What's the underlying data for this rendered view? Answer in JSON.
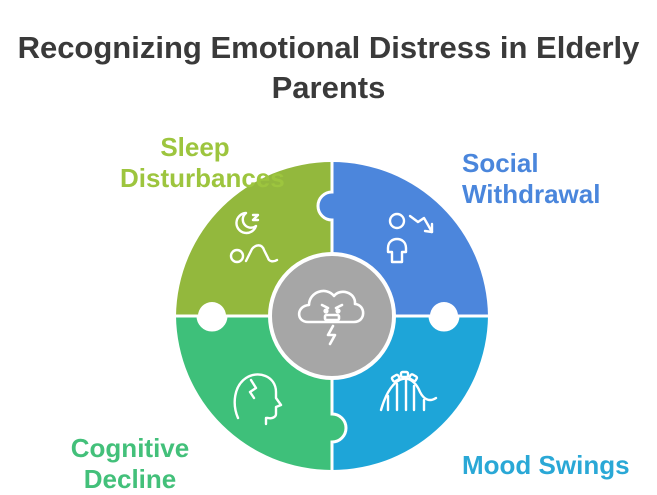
{
  "title": [
    "Recognizing Emotional Distress in Elderly",
    "Parents"
  ],
  "segments": {
    "sleep": {
      "label": [
        "Sleep",
        "Disturbances"
      ],
      "color": "#93b83d",
      "icon": "moon-sleeping-person-icon"
    },
    "social": {
      "label": [
        "Social",
        "Withdrawal"
      ],
      "color": "#4c86dc",
      "icon": "person-arrow-down-icon"
    },
    "cognitive": {
      "label": [
        "Cognitive",
        "Decline"
      ],
      "color": "#3ec07a",
      "icon": "head-brain-icon"
    },
    "mood": {
      "label": [
        "Mood Swings"
      ],
      "color": "#1ea5d8",
      "icon": "roller-coaster-icon"
    }
  },
  "center": {
    "color": "#a6a6a6",
    "icon": "storm-cloud-angry-face-icon"
  }
}
